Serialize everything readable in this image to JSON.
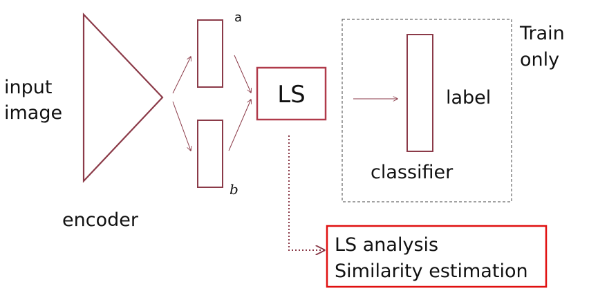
{
  "labels": {
    "input_line1": "input",
    "input_line2": "image",
    "encoder": "encoder",
    "var_a": "a",
    "var_b": "b",
    "ls": "LS",
    "label": "label",
    "classifier": "classifier",
    "train_line1": "Train",
    "train_line2": "only",
    "analysis_line1": "LS analysis",
    "analysis_line2": "Similarity estimation"
  },
  "colors": {
    "stroke": "#8b3a48",
    "highlight_red": "#e01010",
    "dashed_border": "#444444",
    "text": "#111111"
  }
}
